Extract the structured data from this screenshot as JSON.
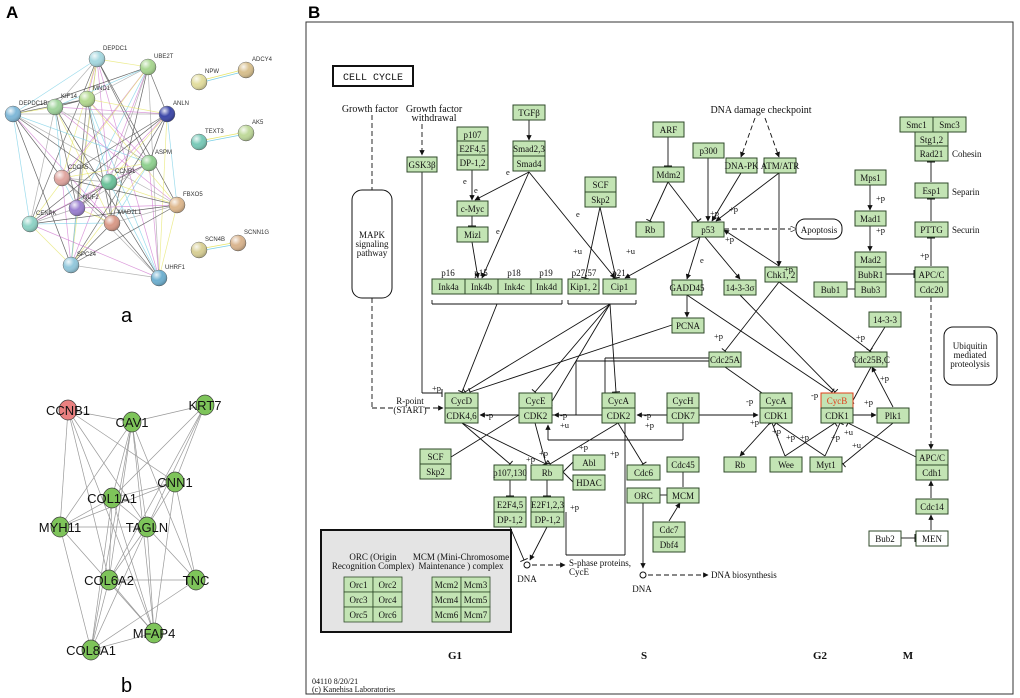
{
  "panels": {
    "A": "A",
    "B": "B",
    "a": "a",
    "b": "b"
  },
  "colors": {
    "kegg_green": "#c3e4b4",
    "kegg_stroke": "#2f4a2a",
    "highlight_red": "#e0401a",
    "legend_gray": "#e4e4e4",
    "netb_green": "#7ec45a",
    "netb_red": "#e98080"
  },
  "network_a": {
    "nodes": [
      {
        "label": "DEPDC1",
        "color": "#a6d8e0"
      },
      {
        "label": "UBE2T",
        "color": "#a8d690"
      },
      {
        "label": "MND1",
        "color": "#b4da90"
      },
      {
        "label": "KIF14",
        "color": "#a0d49c"
      },
      {
        "label": "DEPDC1B",
        "color": "#7fb8d8"
      },
      {
        "label": "ANLN",
        "color": "#3d48a8"
      },
      {
        "label": "ASPM",
        "color": "#8fd08f"
      },
      {
        "label": "CDCA5",
        "color": "#e0a6a0"
      },
      {
        "label": "CCNB1",
        "color": "#6cc29a"
      },
      {
        "label": "NUF2",
        "color": "#9a7fd0"
      },
      {
        "label": "MAD2L1",
        "color": "#d99a88"
      },
      {
        "label": "FBXO5",
        "color": "#deb88e"
      },
      {
        "label": "CENPK",
        "color": "#8fd3c6"
      },
      {
        "label": "SPC24",
        "color": "#93c8dc"
      },
      {
        "label": "UHRF1",
        "color": "#6fb0d0"
      },
      {
        "label": "NPW",
        "color": "#e2dd9e"
      },
      {
        "label": "ADCY4",
        "color": "#d8c08e"
      },
      {
        "label": "TEXT3",
        "color": "#79c9b8"
      },
      {
        "label": "AK5",
        "color": "#bfd99a"
      },
      {
        "label": "SCN4B",
        "color": "#d8cf95"
      },
      {
        "label": "SCNN1G",
        "color": "#d9b48e"
      }
    ],
    "pair_edges": [
      [
        "NPW",
        "ADCY4"
      ],
      [
        "TEXT3",
        "AK5"
      ],
      [
        "SCN4B",
        "SCNN1G"
      ]
    ]
  },
  "network_b": {
    "nodes": [
      {
        "label": "CCNB1",
        "color": "#e98080"
      },
      {
        "label": "CAV1",
        "color": "#7ec45a"
      },
      {
        "label": "KRT7",
        "color": "#7ec45a"
      },
      {
        "label": "CNN1",
        "color": "#7ec45a"
      },
      {
        "label": "COL1A1",
        "color": "#7ec45a"
      },
      {
        "label": "TAGLN",
        "color": "#7ec45a"
      },
      {
        "label": "MYH11",
        "color": "#7ec45a"
      },
      {
        "label": "COL6A2",
        "color": "#7ec45a"
      },
      {
        "label": "TNC",
        "color": "#7ec45a"
      },
      {
        "label": "MFAP4",
        "color": "#7ec45a"
      },
      {
        "label": "COL8A1",
        "color": "#7ec45a"
      }
    ],
    "edges": [
      [
        "CCNB1",
        "CAV1"
      ],
      [
        "CCNB1",
        "MYH11"
      ],
      [
        "CCNB1",
        "CNN1"
      ],
      [
        "CCNB1",
        "TAGLN"
      ],
      [
        "CCNB1",
        "COL6A2"
      ],
      [
        "CCNB1",
        "MFAP4"
      ],
      [
        "CAV1",
        "KRT7"
      ],
      [
        "CAV1",
        "MYH11"
      ],
      [
        "CAV1",
        "COL1A1"
      ],
      [
        "CAV1",
        "TAGLN"
      ],
      [
        "CAV1",
        "TNC"
      ],
      [
        "CAV1",
        "COL6A2"
      ],
      [
        "CAV1",
        "COL8A1"
      ],
      [
        "CAV1",
        "MFAP4"
      ],
      [
        "KRT7",
        "COL1A1"
      ],
      [
        "KRT7",
        "TAGLN"
      ],
      [
        "KRT7",
        "CNN1"
      ],
      [
        "KRT7",
        "COL6A2"
      ],
      [
        "CNN1",
        "COL1A1"
      ],
      [
        "CNN1",
        "MYH11"
      ],
      [
        "CNN1",
        "TAGLN"
      ],
      [
        "CNN1",
        "TNC"
      ],
      [
        "CNN1",
        "MFAP4"
      ],
      [
        "COL1A1",
        "MYH11"
      ],
      [
        "COL1A1",
        "TAGLN"
      ],
      [
        "COL1A1",
        "COL6A2"
      ],
      [
        "COL1A1",
        "COL8A1"
      ],
      [
        "COL1A1",
        "MFAP4"
      ],
      [
        "TAGLN",
        "MYH11"
      ],
      [
        "TAGLN",
        "COL6A2"
      ],
      [
        "TAGLN",
        "TNC"
      ],
      [
        "TAGLN",
        "MFAP4"
      ],
      [
        "TAGLN",
        "COL8A1"
      ],
      [
        "MYH11",
        "COL8A1"
      ],
      [
        "MYH11",
        "MFAP4"
      ],
      [
        "COL6A2",
        "TNC"
      ],
      [
        "COL6A2",
        "COL8A1"
      ],
      [
        "COL6A2",
        "MFAP4"
      ],
      [
        "TNC",
        "COL8A1"
      ],
      [
        "MFAP4",
        "COL8A1"
      ]
    ]
  },
  "kegg": {
    "title": "CELL CYCLE",
    "texts": {
      "growth_factor": "Growth factor",
      "gf_withdrawal_1": "Growth factor",
      "gf_withdrawal_2": "withdrawal",
      "dna_damage": "DNA damage checkpoint",
      "mapk_1": "MAPK",
      "mapk_2": "signaling",
      "mapk_3": "pathway",
      "apoptosis": "Apoptosis",
      "ubiq_1": "Ubiquitin",
      "ubiq_2": "mediated",
      "ubiq_3": "proteolysis",
      "cohesin": "Cohesin",
      "separin": "Separin",
      "securin": "Securin",
      "rpoint_1": "R-point",
      "rpoint_2": "(START)",
      "p16": "p16",
      "p15": "p15",
      "p18": "p18",
      "p19": "p19",
      "p27_57": "p27,57",
      "p21": "p21",
      "dna1": "DNA",
      "sphase_1": "S-phase proteins,",
      "sphase_2": "CycE",
      "dna2": "DNA",
      "dna_bio": "DNA biosynthesis",
      "orc_title_1": "ORC (Origin",
      "orc_title_2": "Recognition Complex)",
      "mcm_title_1": "MCM (Mini-Chromosome",
      "mcm_title_2": "Maintenance ) complex",
      "footer_1": "04110 8/20/21",
      "footer_2": "(c) Kanehisa Laboratories"
    },
    "phases": [
      "G1",
      "S",
      "G2",
      "M"
    ],
    "boxes": [
      {
        "id": "gsk3b",
        "label": "GSK3β"
      },
      {
        "id": "tgfb",
        "label": "TGFβ"
      },
      {
        "id": "smad23",
        "label": "Smad2,3"
      },
      {
        "id": "smad4",
        "label": "Smad4"
      },
      {
        "id": "p107a",
        "label": "p107"
      },
      {
        "id": "e2f45a",
        "label": "E2F4,5"
      },
      {
        "id": "dp12a",
        "label": "DP-1,2"
      },
      {
        "id": "cmyc",
        "label": "c-Myc"
      },
      {
        "id": "mizl",
        "label": "Mizl"
      },
      {
        "id": "scf1",
        "label": "SCF"
      },
      {
        "id": "skp21",
        "label": "Skp2"
      },
      {
        "id": "ink4a",
        "label": "Ink4a"
      },
      {
        "id": "ink4b",
        "label": "Ink4b"
      },
      {
        "id": "ink4c",
        "label": "Ink4c"
      },
      {
        "id": "ink4d",
        "label": "Ink4d"
      },
      {
        "id": "kip12",
        "label": "Kip1, 2"
      },
      {
        "id": "cip1",
        "label": "Cip1"
      },
      {
        "id": "arf",
        "label": "ARF"
      },
      {
        "id": "mdm2",
        "label": "Mdm2"
      },
      {
        "id": "rb1",
        "label": "Rb"
      },
      {
        "id": "p300",
        "label": "p300"
      },
      {
        "id": "dnapk",
        "label": "DNA-PK"
      },
      {
        "id": "atm",
        "label": "ATM/ATR"
      },
      {
        "id": "p53",
        "label": "p53"
      },
      {
        "id": "chk12",
        "label": "Chk1, 2"
      },
      {
        "id": "gadd45",
        "label": "GADD45"
      },
      {
        "id": "s1433s",
        "label": "14-3-3σ"
      },
      {
        "id": "pcna",
        "label": "PCNA"
      },
      {
        "id": "s1433",
        "label": "14-3-3"
      },
      {
        "id": "smc1",
        "label": "Smc1"
      },
      {
        "id": "smc3",
        "label": "Smc3"
      },
      {
        "id": "stg12",
        "label": "Stg1,2"
      },
      {
        "id": "rad21",
        "label": "Rad21"
      },
      {
        "id": "esp1",
        "label": "Esp1"
      },
      {
        "id": "pttg",
        "label": "PTTG"
      },
      {
        "id": "mps1",
        "label": "Mps1"
      },
      {
        "id": "mad1",
        "label": "Mad1"
      },
      {
        "id": "mad2",
        "label": "Mad2"
      },
      {
        "id": "bubr1",
        "label": "BubR1"
      },
      {
        "id": "bub3",
        "label": "Bub3"
      },
      {
        "id": "bub1",
        "label": "Bub1"
      },
      {
        "id": "apcc1",
        "label": "APC/C"
      },
      {
        "id": "cdc20",
        "label": "Cdc20"
      },
      {
        "id": "cycd",
        "label": "CycD"
      },
      {
        "id": "cdk46",
        "label": "CDK4,6"
      },
      {
        "id": "cyce",
        "label": "CycE"
      },
      {
        "id": "cdk2a",
        "label": "CDK2"
      },
      {
        "id": "cyca1",
        "label": "CycA"
      },
      {
        "id": "cdk2b",
        "label": "CDK2"
      },
      {
        "id": "cych",
        "label": "CycH"
      },
      {
        "id": "cdk7",
        "label": "CDK7"
      },
      {
        "id": "cdc25a",
        "label": "Cdc25A"
      },
      {
        "id": "cdc25bc",
        "label": "Cdc25B,C"
      },
      {
        "id": "cyca2",
        "label": "CycA"
      },
      {
        "id": "cdk1a",
        "label": "CDK1"
      },
      {
        "id": "cycb",
        "label": "CycB"
      },
      {
        "id": "cdk1b",
        "label": "CDK1"
      },
      {
        "id": "plk1",
        "label": "Plk1"
      },
      {
        "id": "scf2",
        "label": "SCF"
      },
      {
        "id": "skp22",
        "label": "Skp2"
      },
      {
        "id": "p107130",
        "label": "p107,130"
      },
      {
        "id": "rb2",
        "label": "Rb"
      },
      {
        "id": "abl",
        "label": "Abl"
      },
      {
        "id": "hdac",
        "label": "HDAC"
      },
      {
        "id": "e2f45b",
        "label": "E2F4,5"
      },
      {
        "id": "dp12b",
        "label": "DP-1,2"
      },
      {
        "id": "e2f123",
        "label": "E2F1,2,3"
      },
      {
        "id": "dp12c",
        "label": "DP-1,2"
      },
      {
        "id": "cdc6",
        "label": "Cdc6"
      },
      {
        "id": "orc",
        "label": "ORC"
      },
      {
        "id": "cdc45",
        "label": "Cdc45"
      },
      {
        "id": "mcm",
        "label": "MCM"
      },
      {
        "id": "cdc7",
        "label": "Cdc7"
      },
      {
        "id": "dbf4",
        "label": "Dbf4"
      },
      {
        "id": "rb3",
        "label": "Rb"
      },
      {
        "id": "wee",
        "label": "Wee"
      },
      {
        "id": "myt1",
        "label": "Myt1"
      },
      {
        "id": "apcc2",
        "label": "APC/C"
      },
      {
        "id": "cdh1",
        "label": "Cdh1"
      },
      {
        "id": "cdc14",
        "label": "Cdc14"
      },
      {
        "id": "bub2",
        "label": "Bub2"
      },
      {
        "id": "men",
        "label": "MEN"
      }
    ],
    "orc_grid": [
      "Orc1",
      "Orc2",
      "Orc3",
      "Orc4",
      "Orc5",
      "Orc6"
    ],
    "mcm_grid": [
      "Mcm2",
      "Mcm3",
      "Mcm4",
      "Mcm5",
      "Mcm6",
      "Mcm7"
    ],
    "modifiers": [
      "+p",
      "+p",
      "+p",
      "+p",
      "+u",
      "+u",
      "+p",
      "+p",
      "+p",
      "+p",
      "-p",
      "-p",
      "-p",
      "+u",
      "+p",
      "+p",
      "+p",
      "+p",
      "+p",
      "+p",
      "-p",
      "+p",
      "+p",
      "+p",
      "+p",
      "+p",
      "+p",
      "+u",
      "+p",
      "-p",
      "+p",
      "+p",
      "+u",
      "e",
      "e",
      "e",
      "e",
      "e",
      "e"
    ]
  }
}
